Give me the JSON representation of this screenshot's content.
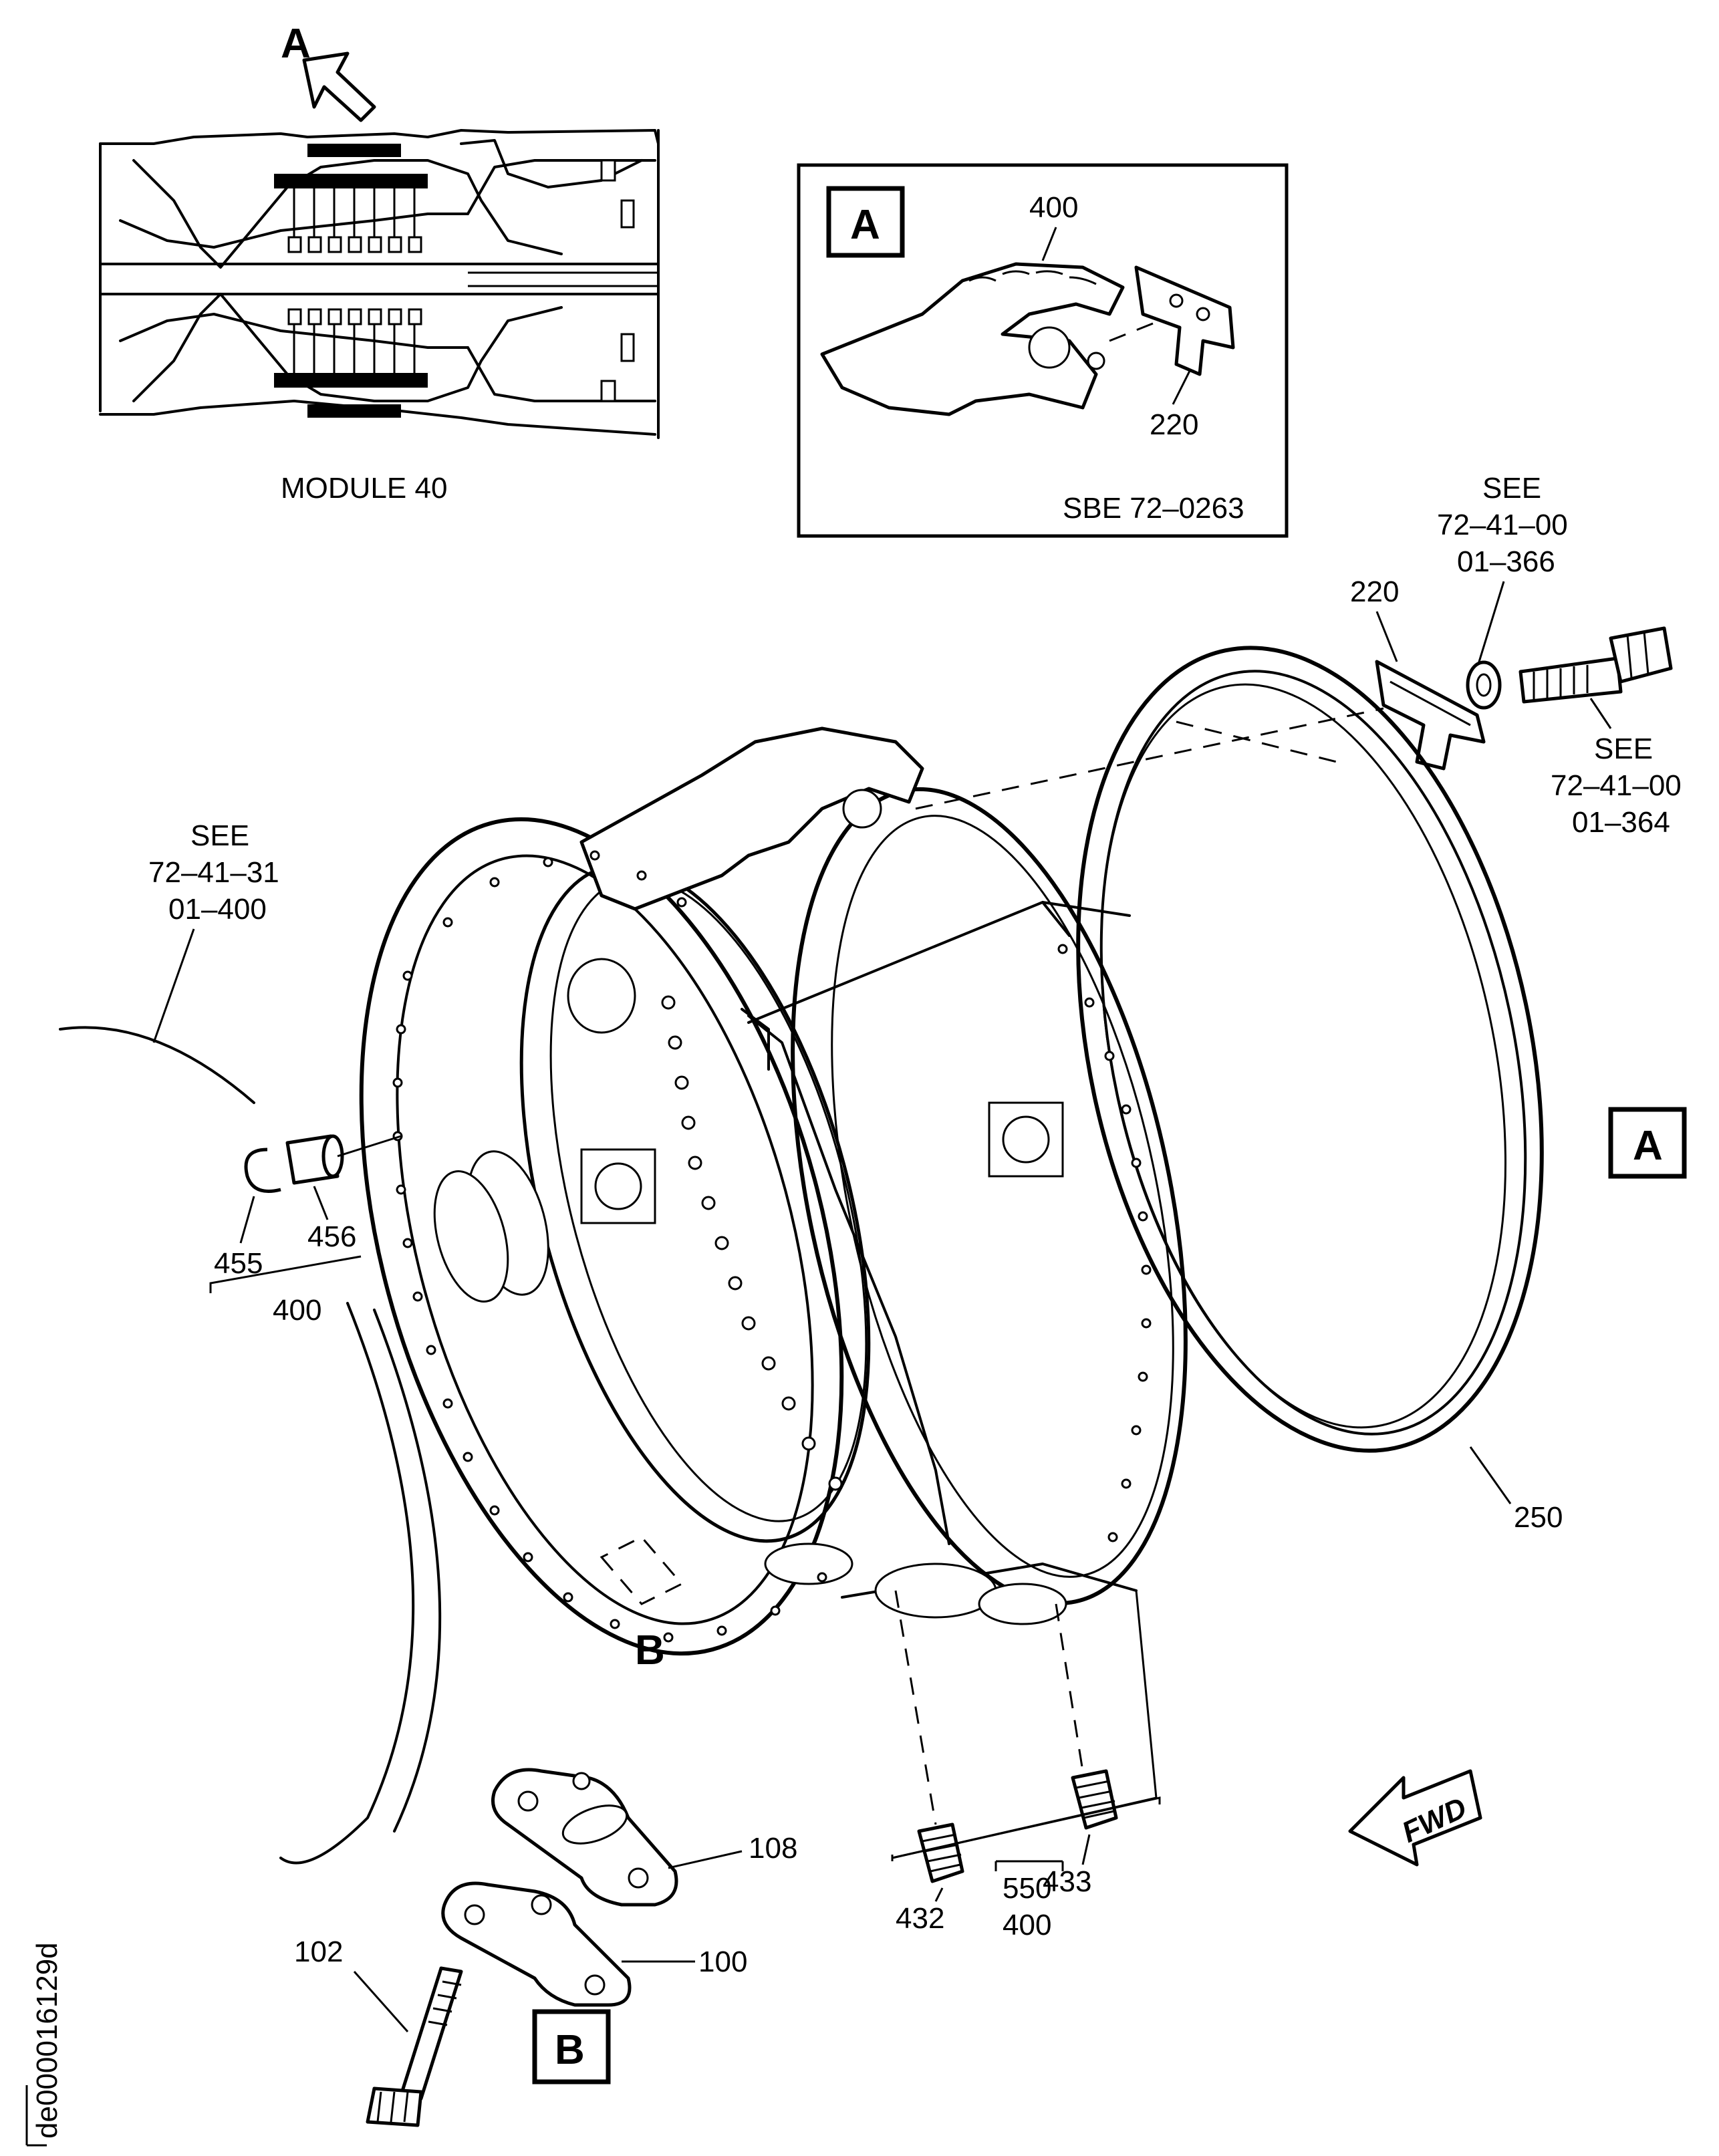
{
  "inset_module": {
    "arrow_letter": "A",
    "caption": "MODULE 40"
  },
  "detail_a": {
    "letter": "A",
    "part_400": "400",
    "part_220": "220",
    "sbe_note": "SBE 72–0263"
  },
  "callouts": {
    "see_top_1": "SEE",
    "see_top_2": "72–41–00",
    "see_top_3": "01–366",
    "p220": "220",
    "see_right_1": "SEE",
    "see_right_2": "72–41–00",
    "see_right_3": "01–364",
    "see_left_1": "SEE",
    "see_left_2": "72–41–31",
    "see_left_3": "01–400",
    "p455": "455",
    "p456": "456",
    "p400_left": "400",
    "p250": "250",
    "view_b": "B",
    "p432": "432",
    "p433": "433",
    "p550": "550",
    "p400_bottom": "400",
    "fwd": "FWD"
  },
  "view_markers": {
    "a_box": "A",
    "b_box": "B"
  },
  "detail_b": {
    "p108": "108",
    "p100": "100",
    "p102": "102"
  },
  "figure_id": "de000016129d"
}
